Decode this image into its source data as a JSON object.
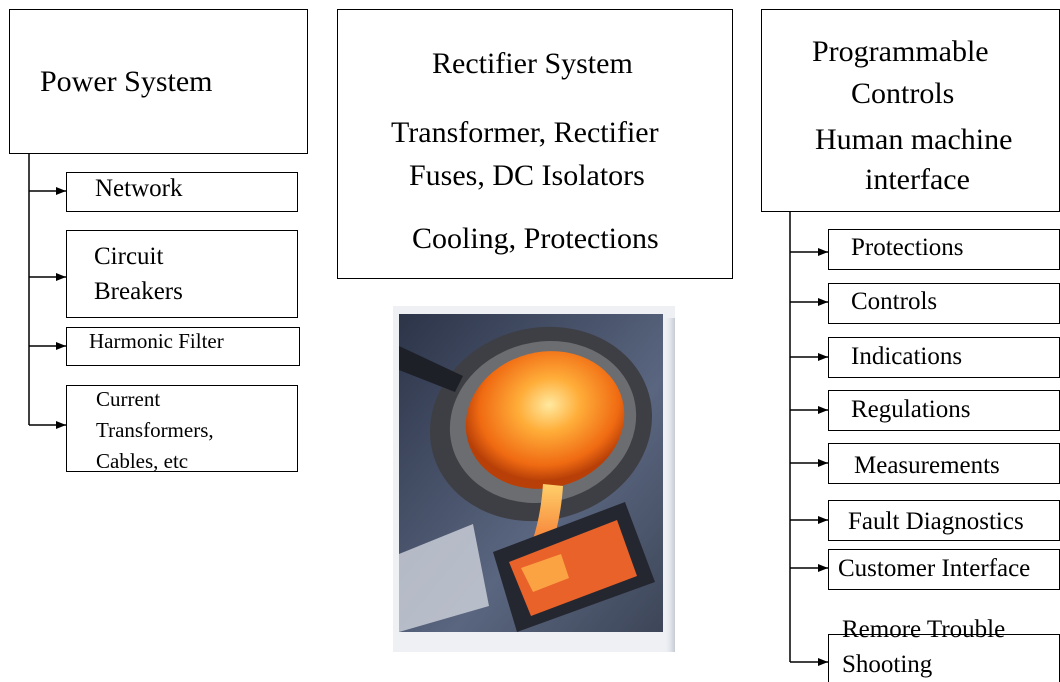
{
  "power": {
    "title": "Power System",
    "items": [
      "Network",
      "Circuit",
      "Breakers",
      "Harmonic Filter",
      "Current",
      "Transformers,",
      "Cables, etc"
    ]
  },
  "rectifier": {
    "title": "Rectifier System",
    "line1": "Transformer, Rectifier",
    "line2": "Fuses, DC Isolators",
    "line3": "Cooling, Protections"
  },
  "plc": {
    "title1": "Programmable",
    "title2": "Controls",
    "sub1": "Human machine",
    "sub2": "interface",
    "items": [
      "Protections",
      "Controls",
      "Indications",
      "Regulations",
      "Measurements",
      "Fault Diagnostics",
      "Customer Interface",
      "Remore Trouble",
      "Shooting"
    ]
  },
  "photo": {
    "icon": "molten-metal-pouring-photo"
  }
}
